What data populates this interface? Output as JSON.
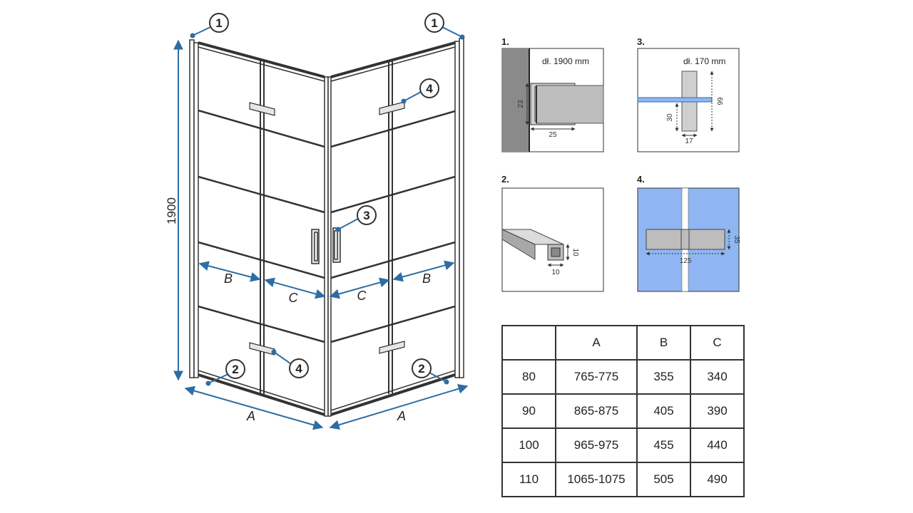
{
  "main_view": {
    "height_label": "1900",
    "dim_a_left": "A",
    "dim_a_right": "A",
    "dim_b_left": "B",
    "dim_c_left": "C",
    "dim_c_right": "C",
    "dim_b_right": "B",
    "callouts": {
      "top_left": "1",
      "top_right": "1",
      "handle_right": "3",
      "grip_top_right": "4",
      "grip_bottom_left": "4",
      "bottom_left": "2",
      "bottom_right": "2"
    }
  },
  "details": [
    {
      "caption": "1.",
      "length_label": "dł. 1900 mm",
      "dim_height": "23",
      "dim_width": "25"
    },
    {
      "caption": "2.",
      "dim_side": "10",
      "dim_bottom": "10"
    },
    {
      "caption": "3.",
      "length_label": "dł. 170 mm",
      "dim_height_short": "30",
      "dim_height_tall": "66",
      "dim_width": "17"
    },
    {
      "caption": "4.",
      "dim_height": "35",
      "dim_width": "125"
    }
  ],
  "colors": {
    "dimension_blue": "#2e6da4",
    "panel_blue": "#8fb6f2",
    "wall_gray": "#8a8a8a",
    "metal_gray": "#bdbdbd"
  },
  "size_table": {
    "headers": [
      "",
      "A",
      "B",
      "C"
    ],
    "rows": [
      [
        "80",
        "765-775",
        "355",
        "340"
      ],
      [
        "90",
        "865-875",
        "405",
        "390"
      ],
      [
        "100",
        "965-975",
        "455",
        "440"
      ],
      [
        "110",
        "1065-1075",
        "505",
        "490"
      ]
    ]
  }
}
